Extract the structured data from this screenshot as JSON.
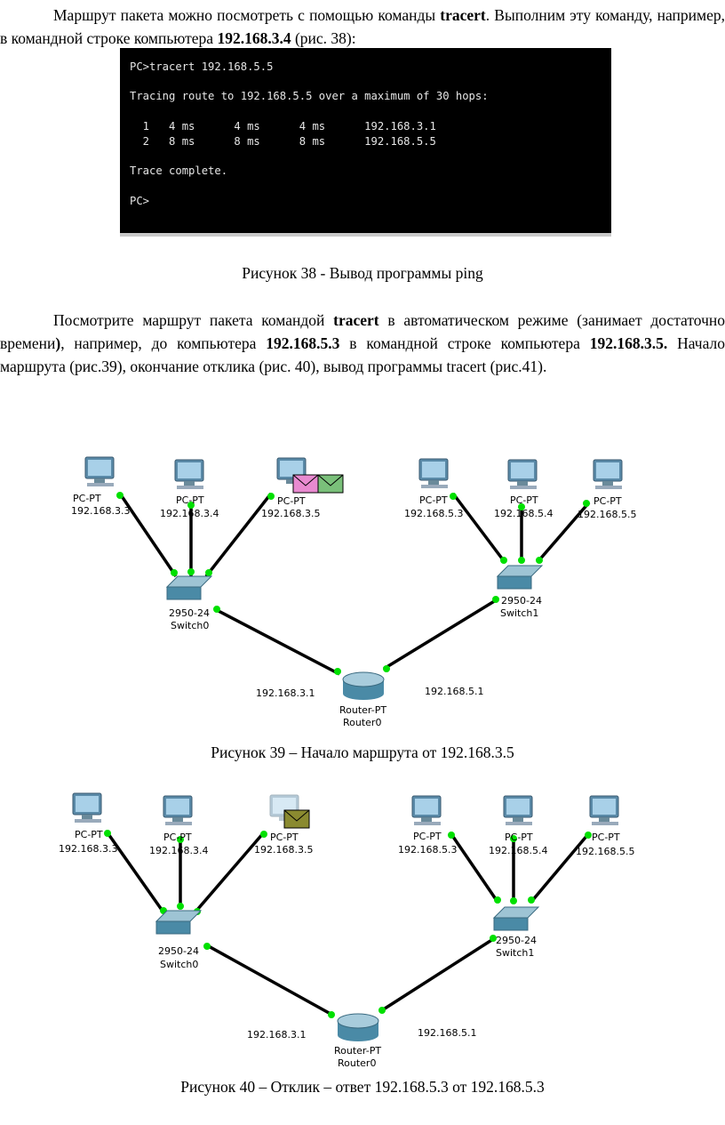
{
  "para1": {
    "t1": "Маршрут пакета можно посмотреть с помощью команды ",
    "cmd": "tracert",
    "t2": ". Выполним эту команду, например, в командной строке компьютера ",
    "ip": "192.168.3.4",
    "t3": " (рис. 38):"
  },
  "terminal": {
    "lines": [
      "",
      "PC>tracert 192.168.5.5",
      "",
      "Tracing route to 192.168.5.5 over a maximum of 30 hops:",
      "",
      "  1   4 ms      4 ms      4 ms      192.168.3.1",
      "  2   8 ms      8 ms      8 ms      192.168.5.5",
      "",
      "Trace complete.",
      "",
      "PC>"
    ]
  },
  "caption38": "Рисунок 38 - Вывод программы ping",
  "para2": {
    "t1": "Посмотрите маршрут пакета командой ",
    "cmd": "tracert",
    "t2": " в автоматическом режиме (занимает достаточно времени",
    "paren": ")",
    "t3": ", например, до компьютера ",
    "ip1": "192.168.5.3",
    "t4": " в командной строке компьютера ",
    "ip2": "192.168.3.5.",
    "t5": " Начало маршрута (рис.39), окончание отклика (рис. 40), вывод программы tracert (рис.41)."
  },
  "network": {
    "pc_type": "PC-PT",
    "pcs": [
      "192.168.3.3",
      "192.168.3.4",
      "192.168.3.5",
      "192.168.5.3",
      "192.168.5.4",
      "192.168.5.5"
    ],
    "switch_model": "2950-24",
    "switches": [
      "Switch0",
      "Switch1"
    ],
    "router_type": "Router-PT",
    "router_name": "Router0",
    "router_ip_left": "192.168.3.1",
    "router_ip_right": "192.168.5.1",
    "link_color": "#00e000"
  },
  "caption39": "Рисунок 39 – Начало маршрута от 192.168.3.5",
  "caption40": "Рисунок 40 – Отклик – ответ 192.168.5.3 от 192.168.5.3"
}
